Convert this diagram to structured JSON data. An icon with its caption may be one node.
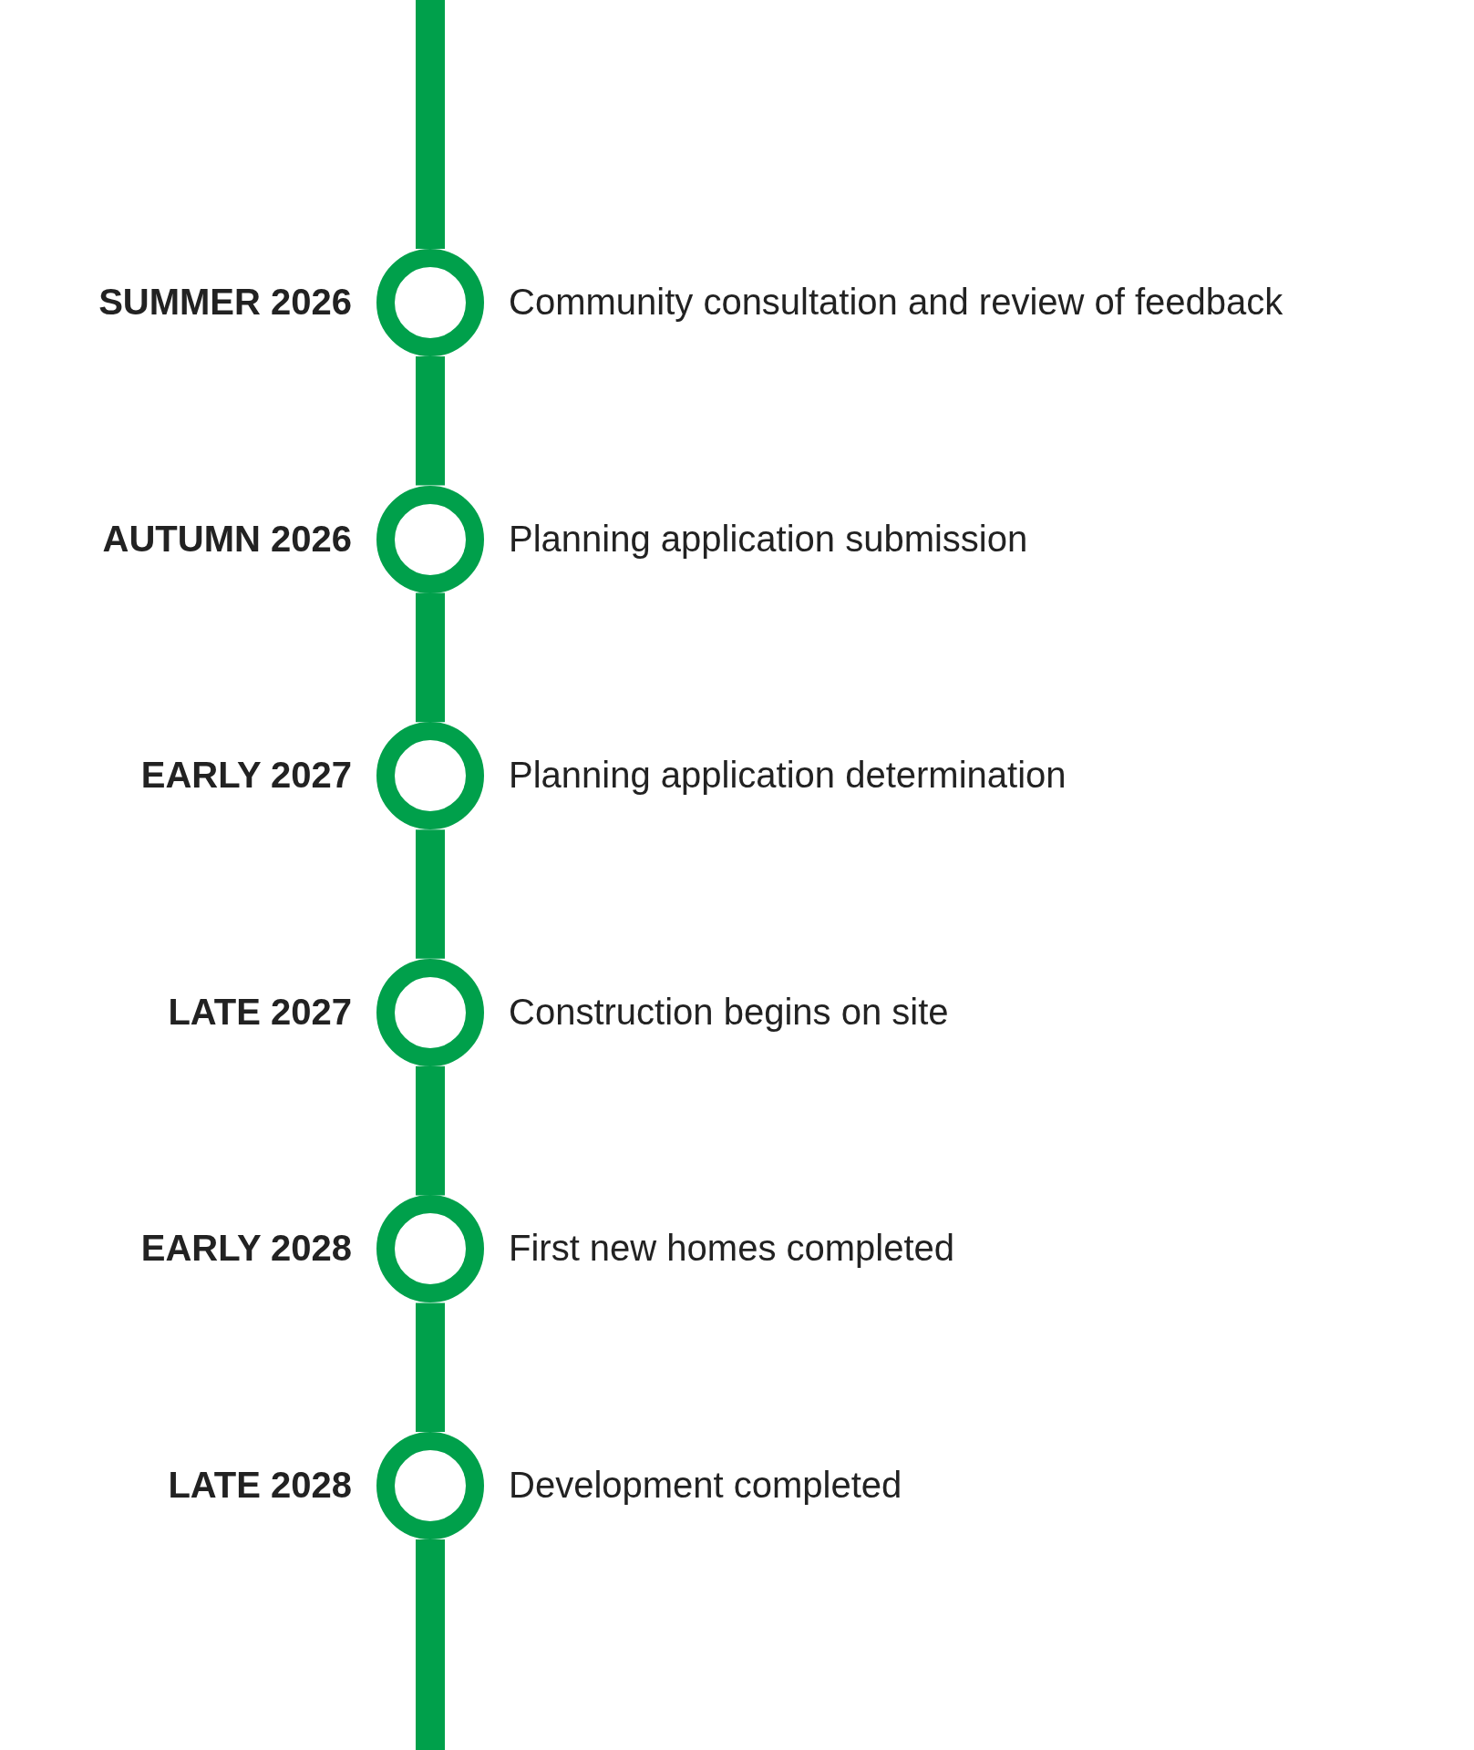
{
  "diagram": {
    "nodes": [
      {
        "text": [],
        "shape": "circle",
        "beside": [
          "SUMMER 2026",
          "Community consultation and review of feedback"
        ]
      },
      {
        "text": [],
        "shape": "circle",
        "beside": [
          "AUTUMN 2026",
          "Planning application submission"
        ]
      },
      {
        "text": [],
        "shape": "circle",
        "beside": [
          "EARLY 2027",
          "Planning application determination"
        ]
      },
      {
        "text": [],
        "shape": "circle",
        "beside": [
          "LATE 2027",
          "Construction begins on site"
        ]
      },
      {
        "text": [],
        "shape": "circle",
        "beside": [
          "EARLY 2028",
          "First new homes completed"
        ]
      },
      {
        "text": [],
        "shape": "circle",
        "beside": [
          "LATE 2028",
          "Development completed"
        ]
      }
    ],
    "edges": [
      {
        "from": null,
        "to": 0,
        "arrow": "none"
      },
      {
        "from": 0,
        "to": 1,
        "arrow": "none"
      },
      {
        "from": 1,
        "to": 2,
        "arrow": "none"
      },
      {
        "from": 2,
        "to": 3,
        "arrow": "none"
      },
      {
        "from": 3,
        "to": 4,
        "arrow": "none"
      },
      {
        "from": 4,
        "to": 5,
        "arrow": "none"
      },
      {
        "from": 5,
        "to": null,
        "arrow": "none"
      }
    ]
  }
}
